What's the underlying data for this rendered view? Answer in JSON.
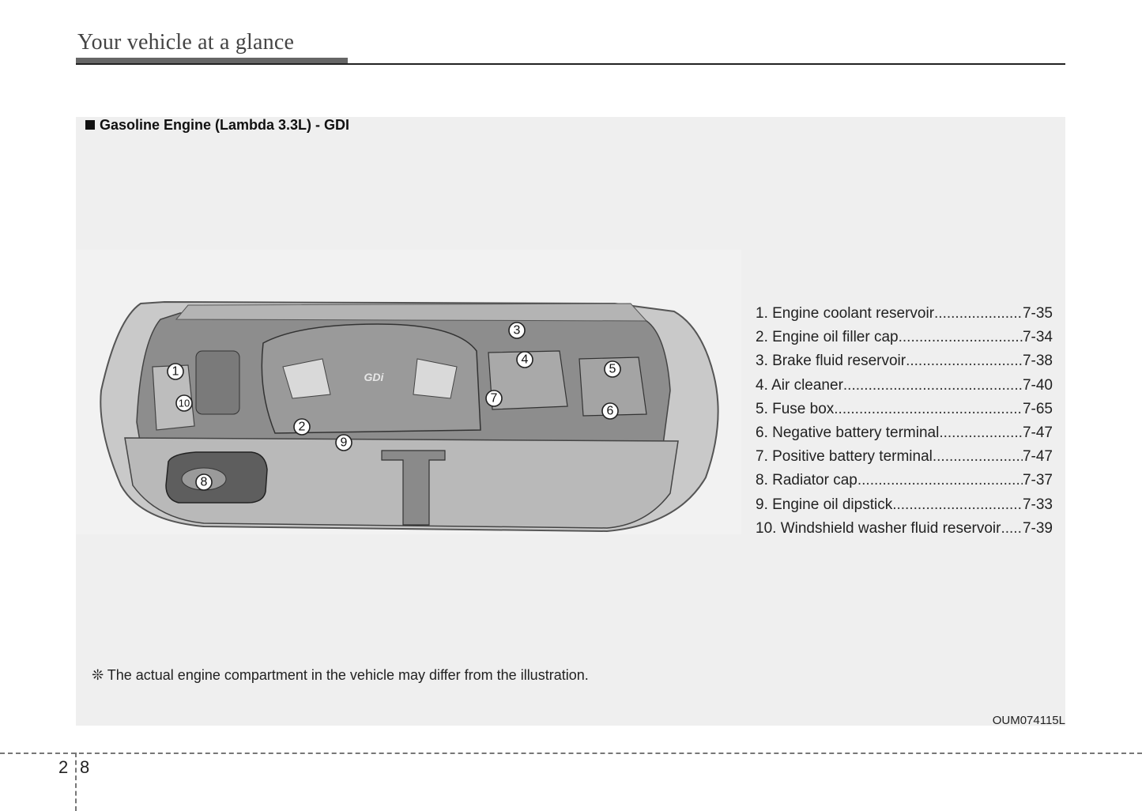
{
  "header": {
    "title": "Your vehicle at a glance"
  },
  "section": {
    "title": "Gasoline Engine (Lambda 3.3L) - GDI"
  },
  "illustration": {
    "badge_text": "GDi",
    "callouts": [
      "1",
      "2",
      "3",
      "4",
      "5",
      "6",
      "7",
      "8",
      "9",
      "10"
    ]
  },
  "legend": {
    "items": [
      {
        "label": "1. Engine coolant reservoir",
        "page": "7-35"
      },
      {
        "label": "2. Engine oil filler cap ",
        "page": "7-34"
      },
      {
        "label": "3. Brake fluid reservoir",
        "page": "7-38"
      },
      {
        "label": "4. Air cleaner",
        "page": "7-40"
      },
      {
        "label": "5. Fuse box ",
        "page": "7-65"
      },
      {
        "label": "6. Negative battery terminal",
        "page": "7-47"
      },
      {
        "label": "7. Positive battery terminal ",
        "page": "7-47"
      },
      {
        "label": "8. Radiator cap ",
        "page": "7-37"
      },
      {
        "label": "9. Engine oil dipstick ",
        "page": "7-33"
      },
      {
        "label": "10. Windshield washer fluid reservoir ",
        "page": "7-39"
      }
    ]
  },
  "note": "❊ The actual engine compartment in the vehicle may differ from the illustration.",
  "figure_code": "OUM074115L",
  "footer": {
    "chapter": "2",
    "page": "8"
  }
}
